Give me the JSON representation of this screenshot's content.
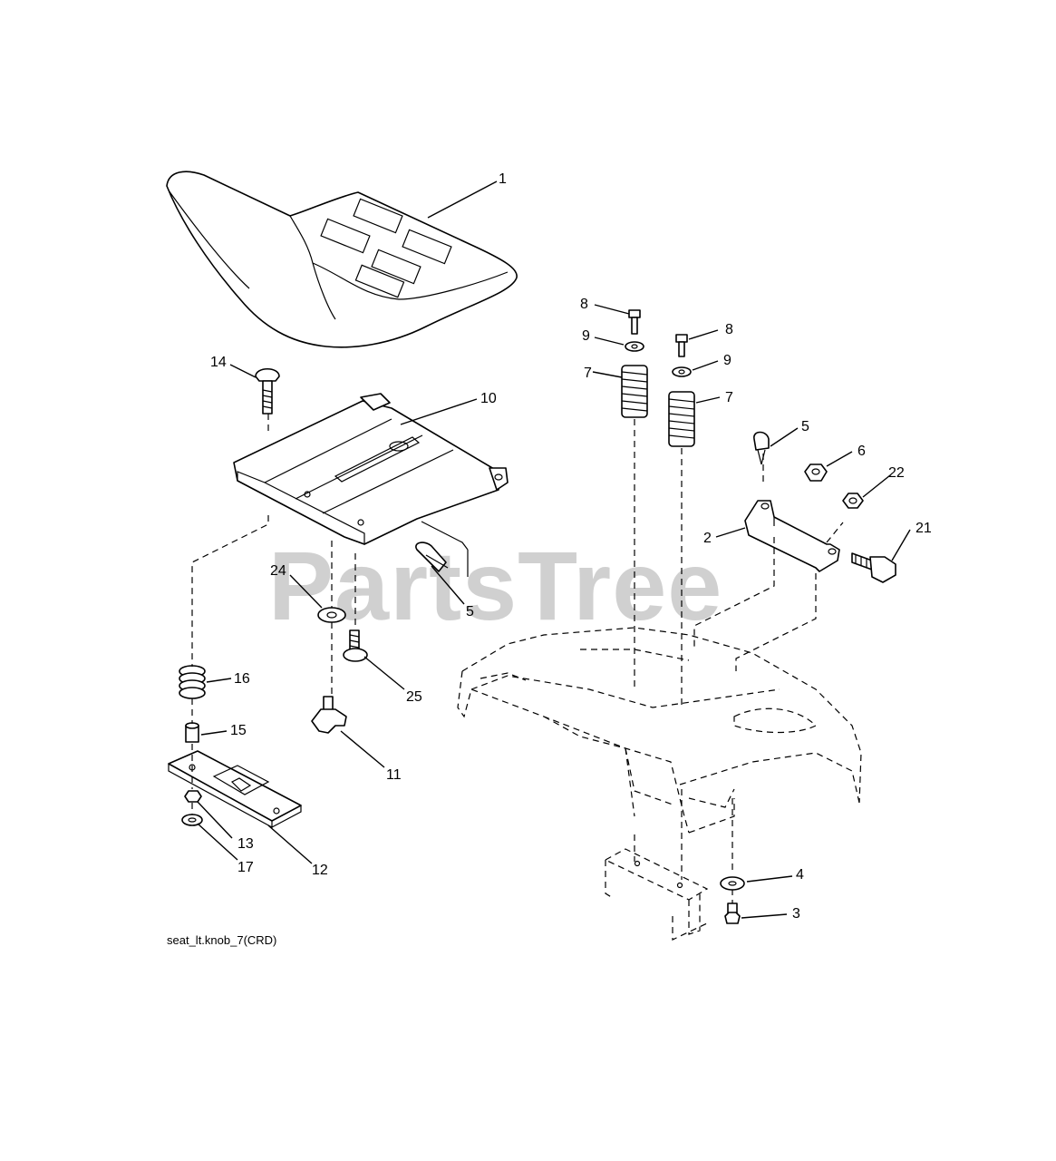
{
  "diagram": {
    "callouts": [
      {
        "id": "c1",
        "label": "1"
      },
      {
        "id": "c14",
        "label": "14"
      },
      {
        "id": "c10",
        "label": "10"
      },
      {
        "id": "c24",
        "label": "24"
      },
      {
        "id": "c5a",
        "label": "5"
      },
      {
        "id": "c16",
        "label": "16"
      },
      {
        "id": "c25",
        "label": "25"
      },
      {
        "id": "c15",
        "label": "15"
      },
      {
        "id": "c11",
        "label": "11"
      },
      {
        "id": "c13",
        "label": "13"
      },
      {
        "id": "c17",
        "label": "17"
      },
      {
        "id": "c12",
        "label": "12"
      },
      {
        "id": "c8a",
        "label": "8"
      },
      {
        "id": "c9a",
        "label": "9"
      },
      {
        "id": "c7a",
        "label": "7"
      },
      {
        "id": "c8b",
        "label": "8"
      },
      {
        "id": "c9b",
        "label": "9"
      },
      {
        "id": "c7b",
        "label": "7"
      },
      {
        "id": "c5b",
        "label": "5"
      },
      {
        "id": "c6",
        "label": "6"
      },
      {
        "id": "c22",
        "label": "22"
      },
      {
        "id": "c2",
        "label": "2"
      },
      {
        "id": "c21",
        "label": "21"
      },
      {
        "id": "c4",
        "label": "4"
      },
      {
        "id": "c3",
        "label": "3"
      }
    ],
    "caption": "seat_lt.knob_7(CRD)",
    "watermark": "PartsTree"
  }
}
